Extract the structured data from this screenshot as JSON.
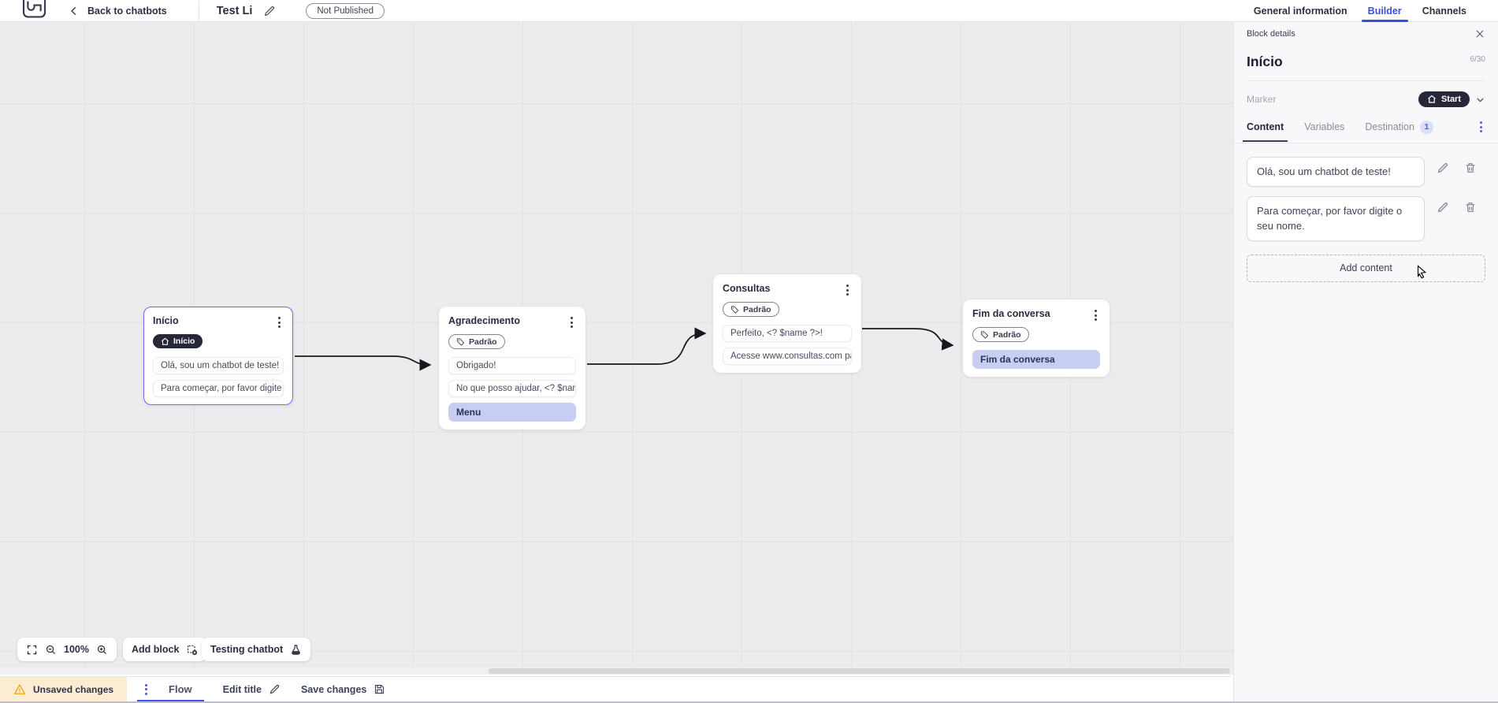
{
  "topbar": {
    "back_label": "Back to chatbots",
    "bot_title": "Test Li",
    "status_badge": "Not Published",
    "tabs": [
      {
        "label": "General information"
      },
      {
        "label": "Builder"
      },
      {
        "label": "Channels"
      }
    ]
  },
  "panel": {
    "header": "Block details",
    "block_title": "Início",
    "char_counter": "6/30",
    "marker_label": "Marker",
    "marker_value": "Start",
    "tabs": [
      {
        "label": "Content"
      },
      {
        "label": "Variables"
      },
      {
        "label": "Destination",
        "badge": "1"
      }
    ],
    "contents": [
      {
        "text": "Olá, sou um chatbot de teste!"
      },
      {
        "text": "Para começar, por favor digite o seu nome."
      }
    ],
    "add_content_label": "Add content"
  },
  "canvas": {
    "zoom_level": "100%",
    "add_block_label": "Add block",
    "testing_label": "Testing chatbot",
    "blocks": [
      {
        "title": "Início",
        "badge": "Início",
        "items": [
          {
            "text": "Olá, sou um chatbot de teste!"
          },
          {
            "text": "Para começar, por favor digite o ..."
          }
        ]
      },
      {
        "title": "Agradecimento",
        "badge": "Padrão",
        "items": [
          {
            "text": "Obrigado!"
          },
          {
            "text": "No que posso ajudar, <? $name ..."
          },
          {
            "text": "Menu"
          }
        ]
      },
      {
        "title": "Consultas",
        "badge": "Padrão",
        "items": [
          {
            "text": "Perfeito, <? $name ?>!"
          },
          {
            "text": "Acesse www.consultas.com par..."
          }
        ]
      },
      {
        "title": "Fim da conversa",
        "badge": "Padrão",
        "items": [
          {
            "text": "Fim da conversa"
          }
        ]
      }
    ]
  },
  "bottombar": {
    "unsaved_label": "Unsaved changes",
    "flow_tab": "Flow",
    "edit_title_label": "Edit title",
    "save_label": "Save changes"
  },
  "colors": {
    "accent_blue": "#3b4fd6",
    "accent_indigo": "#4353e8",
    "dark_pill": "#262839",
    "highlight_row": "#c7cdf3",
    "selected_block_border": "#6f6af8",
    "warning_bg": "#fcecd1",
    "warning_icon": "#eca61f",
    "canvas_bg": "#ececef"
  }
}
